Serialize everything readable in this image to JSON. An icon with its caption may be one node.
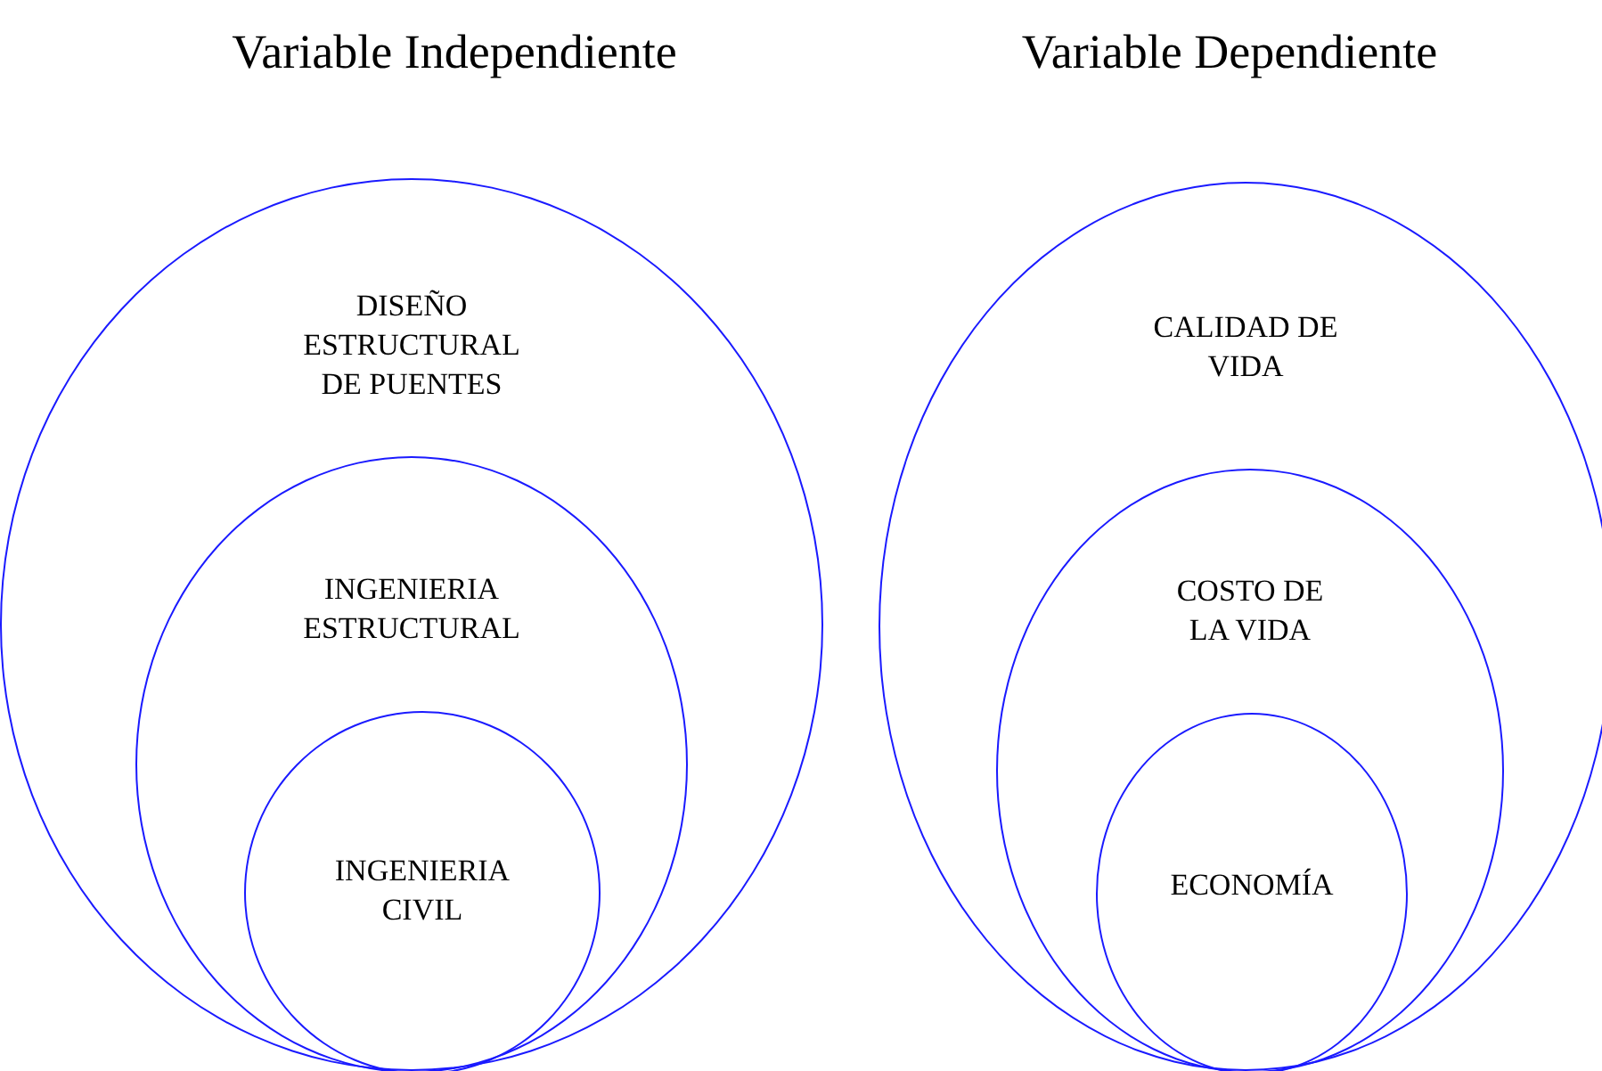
{
  "diagram": {
    "nodes": [
      {
        "text": [
          "DISEÑO ESTRUCTURAL DE PUENTES"
        ]
      },
      {
        "text": [
          "INGENIERIA ESTRUCTURAL"
        ],
        "in": 0
      },
      {
        "text": [
          "INGENIERIA CIVIL"
        ],
        "in": 1
      },
      {
        "text": [
          "CALIDAD DE VIDA"
        ]
      },
      {
        "text": [
          "COSTO DE LA VIDA"
        ],
        "in": 3
      },
      {
        "text": [
          "ECONOMÍA"
        ],
        "in": 4
      }
    ],
    "labels": [
      "Variable Independiente",
      "Variable Dependiente"
    ]
  }
}
